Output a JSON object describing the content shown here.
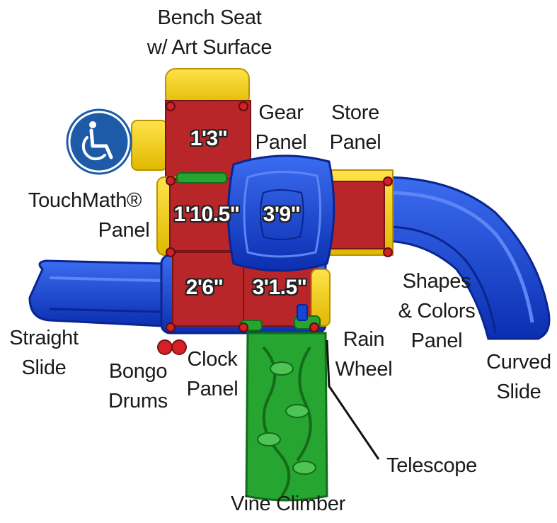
{
  "labels": {
    "bench_seat": [
      "Bench Seat",
      "w/ Art Surface"
    ],
    "gear_panel": [
      "Gear",
      "Panel"
    ],
    "store_panel": [
      "Store",
      "Panel"
    ],
    "touchmath_panel": [
      "TouchMath®",
      "Panel"
    ],
    "straight_slide": [
      "Straight",
      "Slide"
    ],
    "bongo_drums": [
      "Bongo",
      "Drums"
    ],
    "clock_panel": [
      "Clock",
      "Panel"
    ],
    "rain_wheel": [
      "Rain",
      "Wheel"
    ],
    "shapes_colors_panel": [
      "Shapes",
      "& Colors",
      "Panel"
    ],
    "curved_slide": [
      "Curved",
      "Slide"
    ],
    "telescope": [
      "Telescope"
    ],
    "vine_climber": [
      "Vine Climber"
    ]
  },
  "deck_heights": {
    "top": "1'3\"",
    "mid_left": "1'10.5\"",
    "mid_center": "3'9\"",
    "low_left": "2'6\"",
    "low_right": "3'1.5\""
  },
  "colors": {
    "deck_red": "#b8262a",
    "frame_yellow": "#f2cf00",
    "slide_blue": "#1646d6",
    "climber_green": "#27a531",
    "accessibility_blue": "#1d5aa8"
  },
  "icons": {
    "accessibility": "wheelchair-accessibility-icon"
  }
}
